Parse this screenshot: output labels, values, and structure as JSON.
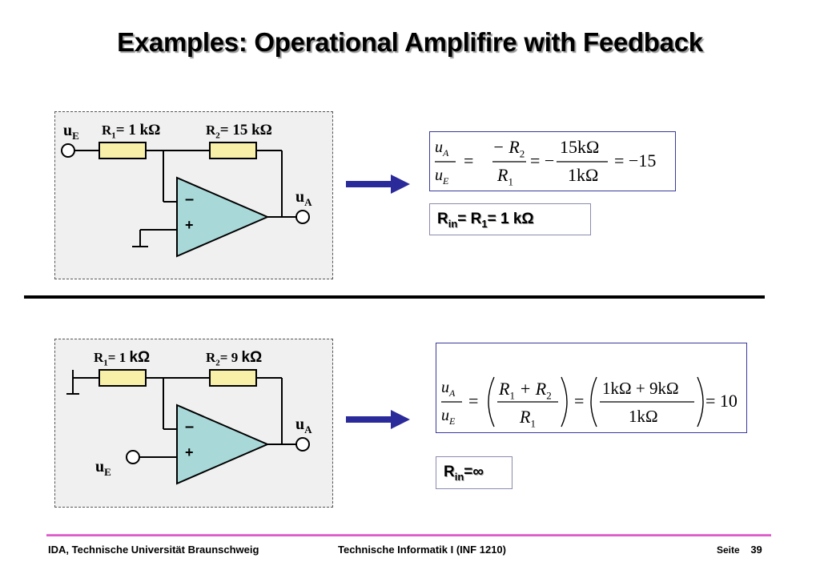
{
  "title": "Examples: Operational Amplifire with Feedback",
  "circuit1": {
    "input_label": "u",
    "input_sub": "E",
    "r1_label": "R",
    "r1_sub": "1",
    "r1_value": "= 1 kΩ",
    "r2_label": "R",
    "r2_sub": "2",
    "r2_value": "= 15 kΩ",
    "output_label": "u",
    "output_sub": "A",
    "minus": "–",
    "plus": "+"
  },
  "formula1": {
    "lhs_num": "u",
    "lhs_num_sub": "A",
    "lhs_den": "u",
    "lhs_den_sub": "E",
    "eq": "=",
    "frac1_num": "− R",
    "frac1_num_sub": "2",
    "frac1_den": "R",
    "frac1_den_sub": "1",
    "neg": "= −",
    "frac2_num": "15kΩ",
    "frac2_den": "1kΩ",
    "result": "= −15"
  },
  "rin1": {
    "prefix": "R",
    "sub": "in",
    "text": "= R",
    "sub2": "1",
    "text2": "= 1 kΩ"
  },
  "circuit2": {
    "r1_label": "R",
    "r1_sub": "1",
    "r1_value": "= 1 ",
    "r1_unit": "kΩ",
    "r2_label": "R",
    "r2_sub": "2",
    "r2_value": "= 9 ",
    "r2_unit": "kΩ",
    "output_label": "u",
    "output_sub": "A",
    "input_label": "u",
    "input_sub": "E",
    "minus": "–",
    "plus": "+"
  },
  "formula2": {
    "lhs_num": "u",
    "lhs_num_sub": "A",
    "lhs_den": "u",
    "lhs_den_sub": "E",
    "eq1": "=",
    "frac1_num_a": "R",
    "frac1_num_a_sub": "1",
    "frac1_num_plus": "+ R",
    "frac1_num_b_sub": "2",
    "frac1_den": "R",
    "frac1_den_sub": "1",
    "eq2": "=",
    "frac2_num": "1kΩ + 9kΩ",
    "frac2_den": "1kΩ",
    "result": "= 10"
  },
  "rin2": {
    "prefix": "R",
    "sub": "in",
    "text": "=∞"
  },
  "footer": {
    "left": "IDA, Technische Universität Braunschweig",
    "center": "Technische Informatik I (INF 1210)",
    "seite_label": "Seite",
    "page": "39"
  },
  "colors": {
    "resistor": "#f8f0a8",
    "opamp": "#a8d8d8",
    "arrow": "#2a2a9a",
    "box_border": "#3a3a9a",
    "footer_line": "#e060d0"
  }
}
